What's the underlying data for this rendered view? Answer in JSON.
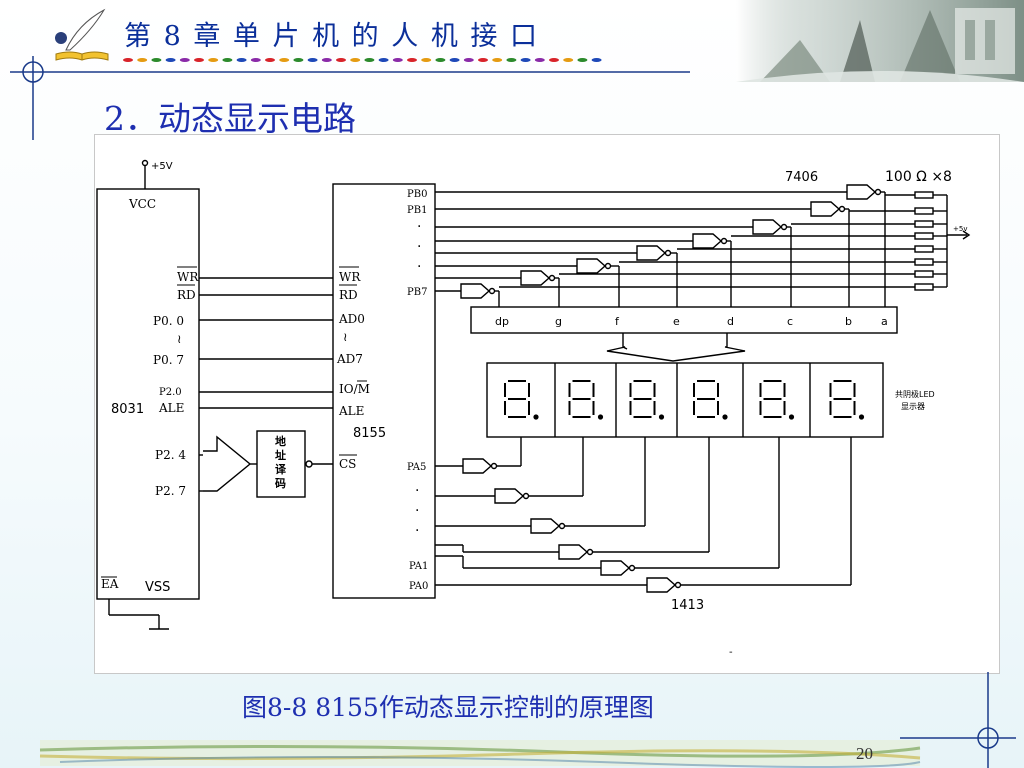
{
  "header": {
    "chapter_title": "第 8 章   单 片 机 的 人 机 接 口",
    "section_title": "2．动态显示电路"
  },
  "diagram": {
    "power_label": "+5V",
    "mcu": {
      "vcc": "VCC",
      "wr": "WR",
      "rd": "RD",
      "p00": "P0. 0",
      "tilde": "≀",
      "p07": "P0. 7",
      "p20": "P2.0",
      "name": "8031",
      "ale": "ALE",
      "p24": "P2. 4",
      "p27": "P2. 7",
      "ea": "EA",
      "vss": "VSS"
    },
    "decoder": {
      "label": "地址译码"
    },
    "ppi": {
      "wr": "WR",
      "rd": "RD",
      "ad0": "AD0",
      "tilde": "≀",
      "ad7": "AD7",
      "iom": "IO/M",
      "ale": "ALE",
      "name": "8155",
      "cs": "CS",
      "pb0": "PB0",
      "pb1": "PB1",
      "dot": "·",
      "pb7": "PB7",
      "pa5": "PA5",
      "pa1": "PA1",
      "pa0": "PA0"
    },
    "driver_segment": "7406",
    "resistor_label": "100 Ω  ×8",
    "vcc_right": "+5v",
    "segments": [
      "dp",
      "g",
      "f",
      "e",
      "d",
      "c",
      "b",
      "a"
    ],
    "display_label": "共阴极LED\n显示器",
    "driver_digit": "1413",
    "stray_dot": "-"
  },
  "caption": "图8-8  8155作动态显示控制的原理图",
  "page_number": "20"
}
